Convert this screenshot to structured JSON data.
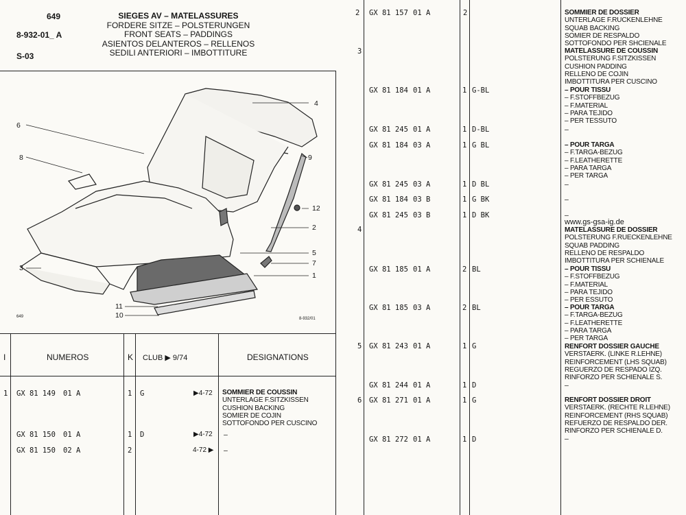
{
  "header": {
    "page_number": "649",
    "doc_code": "8-932-01_ A",
    "section": "S-03",
    "titles": [
      "SIEGES AV – MATELASSURES",
      "FORDERE SITZE – POLSTERUNGEN",
      "FRONT SEATS – PADDINGS",
      "ASIENTOS DELANTEROS – RELLENOS",
      "SEDILI ANTERIORI – IMBOTTITURE"
    ]
  },
  "diagram": {
    "callouts": [
      "4",
      "6",
      "8",
      "9",
      "12",
      "2",
      "3",
      "5",
      "7",
      "1",
      "11",
      "10"
    ],
    "small_left": "649",
    "small_right": "8-932/01"
  },
  "table_header": {
    "col_i": "I",
    "col_numeros": "NUMEROS",
    "col_k": "K",
    "col_club": "CLUB ▶ 9/74",
    "col_designations": "DESIGNATIONS"
  },
  "left_rows": [
    {
      "i": "1",
      "num": "GX 81 149",
      "suf": "01 A",
      "k": "1",
      "club": "G",
      "note": "▶4-72",
      "desc": [
        "SOMMIER DE COUSSIN",
        "UNTERLAGE F.SITZKISSEN",
        "CUSHION BACKING",
        "SOMIER DE COJIN",
        "SOTTOFONDO PER CUSCINO"
      ]
    },
    {
      "i": "",
      "num": "GX 81 150",
      "suf": "01 A",
      "k": "1",
      "club": "D",
      "note": "▶4-72",
      "desc": [
        "–"
      ]
    },
    {
      "i": "",
      "num": "GX 81 150",
      "suf": "02 A",
      "k": "2",
      "club": "",
      "note": "4-72 ▶",
      "desc": [
        "–"
      ]
    }
  ],
  "right_groups": {
    "ref_2": "2",
    "ref_3": "3",
    "ref_4": "4",
    "ref_5": "5",
    "ref_6": "6",
    "first": {
      "num": "GX 81 157",
      "suf": "01 A",
      "k": "2",
      "club": ""
    },
    "desc_2": [
      "SOMMIER DE DOSSIER",
      "UNTERLAGE F.RUCKENLEHNE",
      "SQUAB BACKING",
      "SOMIER DE RESPALDO",
      "SOTTOFONDO PER SHCIENALE"
    ],
    "desc_3": [
      "MATELASSURE DE COUSSIN",
      "POLSTERUNG F.SITZKISSEN",
      "CUSHION PADDING",
      "RELLENO DE COJIN",
      "IMBOTTITURA PER CUSCINO"
    ],
    "desc_3a": [
      "– POUR TISSU",
      "– F.STOFFBEZUG",
      "– F.MATERIAL",
      "– PARA TEJIDO",
      "– PER TESSUTO"
    ],
    "desc_3b": [
      "– POUR TARGA",
      "– F.TARGA-BEZUG",
      "– F.LEATHERETTE",
      "– PARA TARGA",
      "– PER TARGA"
    ],
    "rows_3": [
      {
        "num": "GX 81 184",
        "suf": "01 A",
        "k": "1",
        "club": "G-BL"
      },
      {
        "num": "GX 81 245",
        "suf": "01 A",
        "k": "1",
        "club": "D-BL"
      },
      {
        "num": "GX 81 184",
        "suf": "03 A",
        "k": "1",
        "club": "G BL"
      },
      {
        "num": "GX 81 245",
        "suf": "03 A",
        "k": "1",
        "club": "D BL"
      },
      {
        "num": "GX 81 184",
        "suf": "03 B",
        "k": "1",
        "club": "G BK"
      },
      {
        "num": "GX 81 245",
        "suf": "03 B",
        "k": "1",
        "club": "D BK"
      }
    ],
    "dash": "–",
    "watermark": "www.gs-gsa-ig.de",
    "desc_4": [
      "MATELASSURE DE DOSSIER",
      "POLSTERUNG F.RUECKENLEHNE",
      "SQUAB PADDING",
      "RELLENO DE RESPALDO",
      "IMBOTTITURA PER SCHIENALE"
    ],
    "desc_4a": [
      "– POUR TISSU",
      "– F.STOFFBEZUG",
      "– F.MATERIAL",
      "– PARA TEJIDO",
      "– PER ESSUTO"
    ],
    "desc_4b": [
      "– POUR TARGA",
      "– F.TARGA-BEZUG",
      "– F.LEATHERETTE",
      "– PARA TARGA",
      "– PER TARGA"
    ],
    "rows_4": [
      {
        "num": "GX 81 185",
        "suf": "01 A",
        "k": "2",
        "club": "BL"
      },
      {
        "num": "GX 81 185",
        "suf": "03 A",
        "k": "2",
        "club": "BL"
      }
    ],
    "rows_5": [
      {
        "num": "GX 81 243",
        "suf": "01 A",
        "k": "1",
        "club": "G"
      },
      {
        "num": "GX 81 244",
        "suf": "01 A",
        "k": "1",
        "club": "D"
      }
    ],
    "desc_5": [
      "RENFORT DOSSIER GAUCHE",
      "VERSTAERK. (LINKE R.LEHNE)",
      "REINFORCEMENT (LHS SQUAB)",
      "REGUERZO DE RESPADO IZQ.",
      "RINFORZO PER SCHIENALE S."
    ],
    "rows_6": [
      {
        "num": "GX 81 271",
        "suf": "01 A",
        "k": "1",
        "club": "G"
      },
      {
        "num": "GX 81 272",
        "suf": "01 A",
        "k": "1",
        "club": "D"
      }
    ],
    "desc_6": [
      "RENFORT DOSSIER DROIT",
      "VERSTAERK. (RECHTE R.LEHNE)",
      "REINFORCEMENT (RHS SQUAB)",
      "REFUERZO DE RESPALDO DER.",
      "RINFORZO PER SCHIENALE D."
    ]
  }
}
